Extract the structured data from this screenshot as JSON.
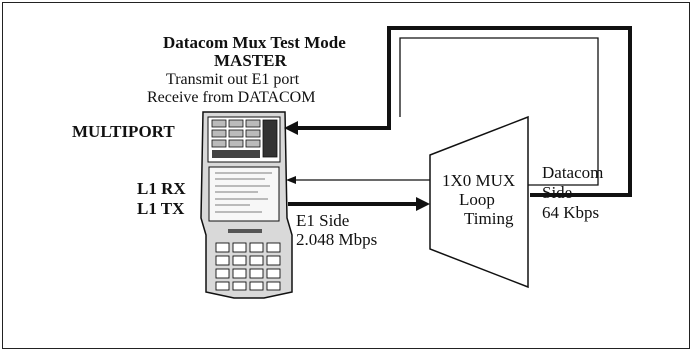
{
  "diagram": {
    "title": "Datacom Mux Test Mode",
    "mode": "MASTER",
    "transmit_note": "Transmit out E1 port",
    "receive_note": "Receive from DATACOM",
    "port_label": "MULTIPORT",
    "l1_rx": "L1 RX",
    "l1_tx": "L1 TX",
    "e1_side": "E1 Side",
    "e1_rate": "2.048 Mbps",
    "mux_line1": "1X0 MUX",
    "mux_line2": "Loop",
    "mux_line3": "Timing",
    "datacom_line1": "Datacom",
    "datacom_line2": "Side",
    "datacom_line3": "64 Kbps"
  },
  "colors": {
    "line": "#111111",
    "device_fill": "#d9d9d9",
    "background": "#ffffff"
  }
}
